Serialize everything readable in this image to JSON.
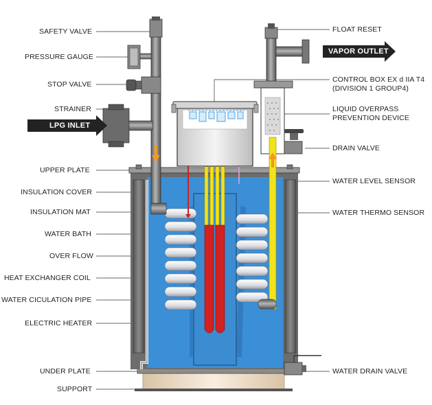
{
  "labels_left": [
    {
      "key": "safety-valve",
      "text": "SAFETY VALVE"
    },
    {
      "key": "pressure-gauge",
      "text": "PRESSURE GAUGE"
    },
    {
      "key": "stop-valve",
      "text": "STOP VALVE"
    },
    {
      "key": "strainer",
      "text": "STRAINER"
    },
    {
      "key": "upper-plate",
      "text": "UPPER PLATE"
    },
    {
      "key": "insulation-cover",
      "text": "INSULATION COVER"
    },
    {
      "key": "insulation-mat",
      "text": "INSULATION MAT"
    },
    {
      "key": "water-bath",
      "text": "WATER BATH"
    },
    {
      "key": "over-flow",
      "text": "OVER FLOW"
    },
    {
      "key": "heat-exchanger-coil",
      "text": "HEAT EXCHANGER COIL"
    },
    {
      "key": "water-circulation-pipe",
      "text": "WATER CICULATION PIPE"
    },
    {
      "key": "electric-heater",
      "text": "ELECTRIC HEATER"
    },
    {
      "key": "under-plate",
      "text": "UNDER PLATE"
    },
    {
      "key": "support",
      "text": "SUPPORT"
    }
  ],
  "labels_right": [
    {
      "key": "float-reset",
      "text": "FLOAT RESET"
    },
    {
      "key": "control-box",
      "text": "CONTROL BOX EX d IIA T4",
      "text2": "(DIVISION 1 GROUP4)"
    },
    {
      "key": "liquid-overpass",
      "text": "LIQUID OVERPASS",
      "text2": "PREVENTION DEVICE"
    },
    {
      "key": "drain-valve",
      "text": "DRAIN VALVE"
    },
    {
      "key": "water-level-sensor",
      "text": "WATER LEVEL SENSOR"
    },
    {
      "key": "water-thermo-sensor",
      "text": "WATER THERMO SENSOR"
    },
    {
      "key": "water-drain-valve",
      "text": "WATER DRAIN VALVE"
    }
  ],
  "callouts": {
    "inlet": "LPG INLET",
    "outlet": "VAPOR OUTLET"
  },
  "colors": {
    "water": "#3a8fd6",
    "steel": "#7d7d7d",
    "heater_red": "#d32020",
    "heater_yellow": "#f2e21a",
    "coil": "#e9e9ec",
    "support": "#f0dcc4",
    "arrow_orange": "#f39a1e"
  }
}
